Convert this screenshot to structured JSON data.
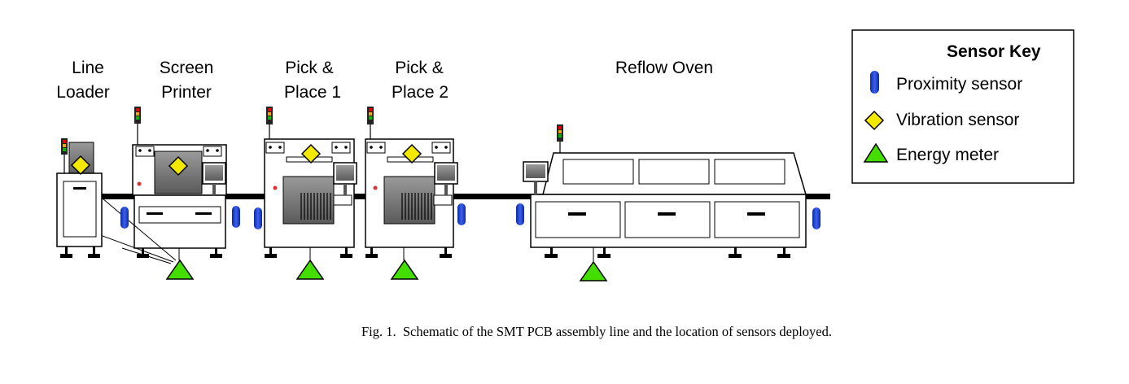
{
  "machines": [
    {
      "label_lines": [
        "Line",
        "Loader"
      ]
    },
    {
      "label_lines": [
        "Screen",
        "Printer"
      ]
    },
    {
      "label_lines": [
        "Pick &",
        "Place 1"
      ]
    },
    {
      "label_lines": [
        "Pick &",
        "Place 2"
      ]
    },
    {
      "label_lines": [
        "Reflow Oven"
      ]
    }
  ],
  "sensor_key": {
    "title": "Sensor Key",
    "items": [
      {
        "icon": "proximity-sensor-icon",
        "label": "Proximity sensor",
        "color": "#1030c0"
      },
      {
        "icon": "vibration-sensor-icon",
        "label": "Vibration sensor",
        "color": "#f2e800"
      },
      {
        "icon": "energy-meter-icon",
        "label": "Energy meter",
        "color": "#44dd00"
      }
    ]
  },
  "caption": "Fig. 1.  Schematic of the SMT PCB assembly line and the location of sensors deployed."
}
